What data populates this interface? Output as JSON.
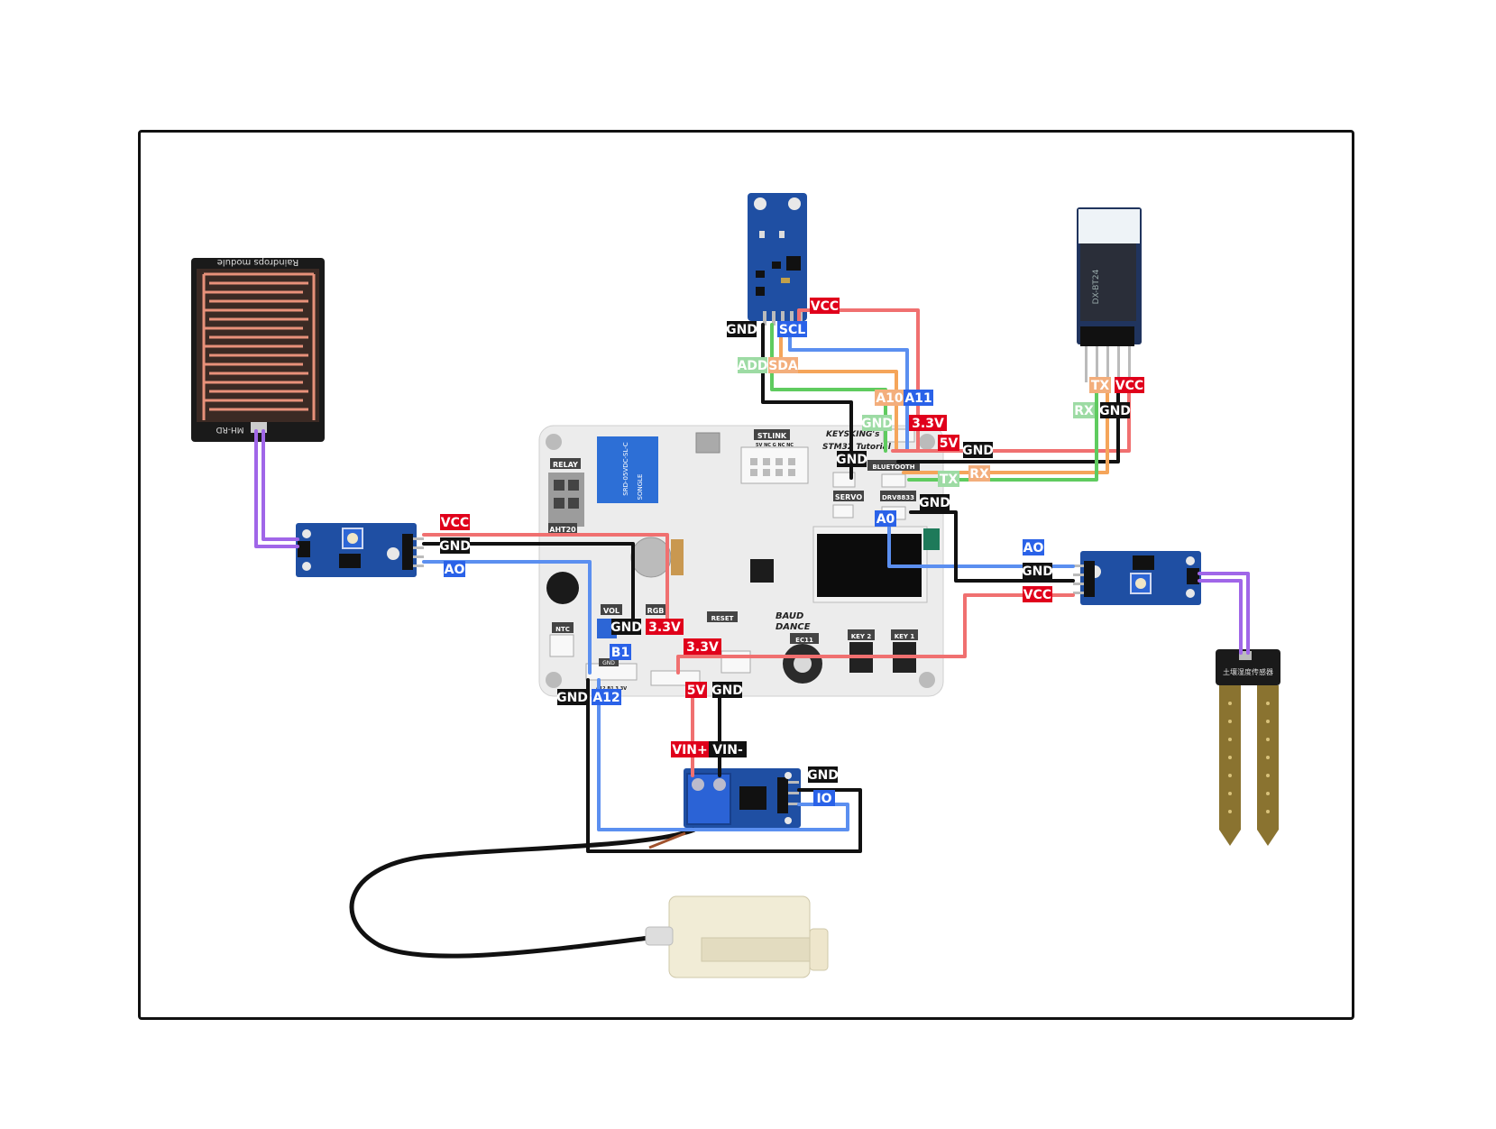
{
  "colors": {
    "black": "#111111",
    "red": "#e0001b",
    "blue": "#2a62e8",
    "green": "#5fcb6e",
    "lightgreen": "#9ddba4",
    "orange": "#f3ae7c",
    "purple": "#9b5de5",
    "wire_red": "#f07070",
    "wire_blue": "#5b8ff0",
    "wire_orange": "#f5a55a",
    "wire_green": "#5fcb5f",
    "wire_purple": "#a066e8",
    "board": "#ececec",
    "module_blue": "#1f4fa3"
  },
  "labels": [
    {
      "id": "rain-vcc",
      "text": "VCC",
      "color": "red"
    },
    {
      "id": "rain-gnd",
      "text": "GND",
      "color": "black"
    },
    {
      "id": "rain-ao",
      "text": "AO",
      "color": "blue"
    },
    {
      "id": "bh-gnd",
      "text": "GND",
      "color": "black"
    },
    {
      "id": "bh-scl",
      "text": "SCL",
      "color": "blue"
    },
    {
      "id": "bh-vcc",
      "text": "VCC",
      "color": "red"
    },
    {
      "id": "bh-add",
      "text": "ADD",
      "color": "lightgreen"
    },
    {
      "id": "bh-sda",
      "text": "SDA",
      "color": "orange"
    },
    {
      "id": "i2c-a10",
      "text": "A10",
      "color": "orange"
    },
    {
      "id": "i2c-a11",
      "text": "A11",
      "color": "blue"
    },
    {
      "id": "i2c-gnd",
      "text": "GND",
      "color": "lightgreen"
    },
    {
      "id": "i2c-33",
      "text": "3.3V",
      "color": "red"
    },
    {
      "id": "servo-gnd",
      "text": "GND",
      "color": "black"
    },
    {
      "id": "bt-tx",
      "text": "TX",
      "color": "orange"
    },
    {
      "id": "bt-vcc",
      "text": "VCC",
      "color": "red"
    },
    {
      "id": "bt-rx",
      "text": "RX",
      "color": "lightgreen"
    },
    {
      "id": "bt-gnd",
      "text": "GND",
      "color": "black"
    },
    {
      "id": "bth-5v",
      "text": "5V",
      "color": "red"
    },
    {
      "id": "bth-gnd",
      "text": "GND",
      "color": "black"
    },
    {
      "id": "bth-tx",
      "text": "TX",
      "color": "lightgreen"
    },
    {
      "id": "bth-rx",
      "text": "RX",
      "color": "orange"
    },
    {
      "id": "drv-gnd",
      "text": "GND",
      "color": "black"
    },
    {
      "id": "drv-a0",
      "text": "A0",
      "color": "blue"
    },
    {
      "id": "soil-ao",
      "text": "AO",
      "color": "blue"
    },
    {
      "id": "soil-gnd",
      "text": "GND",
      "color": "black"
    },
    {
      "id": "soil-vcc",
      "text": "VCC",
      "color": "red"
    },
    {
      "id": "vol-gnd",
      "text": "GND",
      "color": "black"
    },
    {
      "id": "vol-33",
      "text": "3.3V",
      "color": "red"
    },
    {
      "id": "vol-b1",
      "text": "B1",
      "color": "blue"
    },
    {
      "id": "ext-33",
      "text": "3.3V",
      "color": "red"
    },
    {
      "id": "hdr-gnd",
      "text": "GND",
      "color": "black"
    },
    {
      "id": "hdr-a12",
      "text": "A12",
      "color": "blue"
    },
    {
      "id": "pwr-5v",
      "text": "5V",
      "color": "red"
    },
    {
      "id": "pwr-gnd",
      "text": "GND",
      "color": "black"
    },
    {
      "id": "mos-vinp",
      "text": "VIN+",
      "color": "red"
    },
    {
      "id": "mos-vinm",
      "text": "VIN-",
      "color": "black"
    },
    {
      "id": "mos-gnd",
      "text": "GND",
      "color": "black"
    },
    {
      "id": "mos-io",
      "text": "IO",
      "color": "blue"
    }
  ],
  "board": {
    "silk": {
      "relay": "RELAY",
      "stlink": "STLINK",
      "stlink_pins": "5V  NC  G  NC  NC",
      "brand": "KEYSKING's",
      "model": "STM32 Tutorial",
      "aht20": "AHT20",
      "servo": "SERVO",
      "drv8833": "DRV8833",
      "bluetooth": "BLUETOOTH",
      "vol": "VOL",
      "rgb": "RGB",
      "reset": "RESET",
      "ntc": "NTC",
      "ec11": "EC11",
      "key2": "KEY 2",
      "key1": "KEY 1",
      "baud": "BAUD",
      "dance": "DANCE",
      "gnd_hdr": "GND",
      "pin_row": "A12 B1 3.3V",
      "relay_text": "SRD-05VDC-SL-C",
      "relay_brand": "SONGLE"
    }
  },
  "rain_plate": {
    "title": "Raindrops module",
    "sub": "MH-RD"
  },
  "bluetooth_module": {
    "name": "DX-BT24"
  },
  "soil_probe": {
    "name": "土壤湿度传感器"
  }
}
